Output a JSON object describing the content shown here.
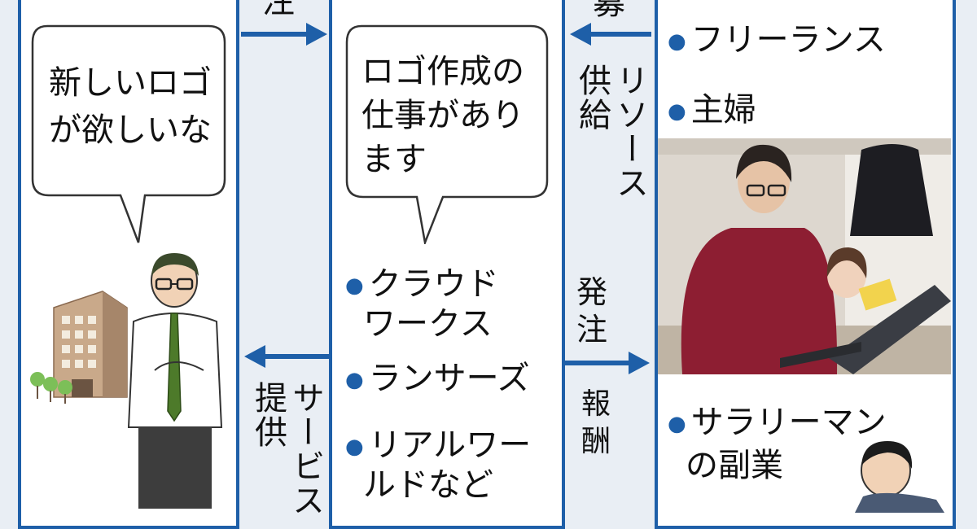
{
  "colors": {
    "accent": "#1e5fa8",
    "panel": "#ffffff",
    "background": "#e9eef4"
  },
  "top_label_left": "注",
  "top_label_right": "募",
  "client_bubble": {
    "line1": "新しいロゴ",
    "line2": "が欲しいな"
  },
  "platform_bubble": {
    "line1": "ロゴ作成の",
    "line2": "仕事があり",
    "line3": "ます"
  },
  "platforms": [
    {
      "line1": "クラウド",
      "line2": "ワークス"
    },
    {
      "line1": "ランサーズ"
    },
    {
      "line1": "リアルワー",
      "line2": "ルドなど"
    }
  ],
  "service_label": {
    "col1": "サービス",
    "col2": "提供"
  },
  "resource_label": {
    "col1": "リソース",
    "col2": "供給"
  },
  "order_label": "発注",
  "reward_label": "報酬",
  "workers": [
    {
      "line1": "フリーランス"
    },
    {
      "line1": "主婦"
    },
    {
      "line1": "サラリーマン",
      "line2": "の副業"
    }
  ]
}
